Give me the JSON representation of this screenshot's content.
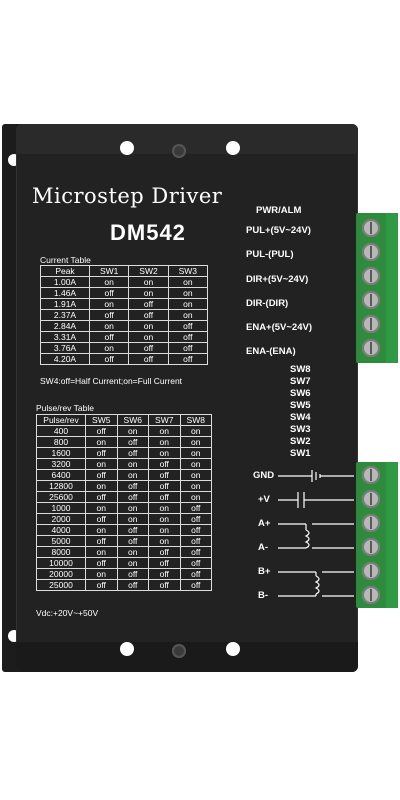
{
  "header": {
    "title": "Microstep Driver",
    "model": "DM542"
  },
  "current_table": {
    "title": "Current Table",
    "columns": [
      "Peak",
      "SW1",
      "SW2",
      "SW3"
    ],
    "rows": [
      [
        "1.00A",
        "on",
        "on",
        "on"
      ],
      [
        "1.46A",
        "off",
        "on",
        "on"
      ],
      [
        "1.91A",
        "on",
        "off",
        "on"
      ],
      [
        "2.37A",
        "off",
        "off",
        "on"
      ],
      [
        "2.84A",
        "on",
        "on",
        "off"
      ],
      [
        "3.31A",
        "off",
        "on",
        "off"
      ],
      [
        "3.76A",
        "on",
        "off",
        "off"
      ],
      [
        "4.20A",
        "off",
        "off",
        "off"
      ]
    ],
    "note": "SW4:off=Half Current;on=Full Current"
  },
  "pulse_table": {
    "title": "Pulse/rev Table",
    "columns": [
      "Pulse/rev",
      "SW5",
      "SW6",
      "SW7",
      "SW8"
    ],
    "rows": [
      [
        "400",
        "off",
        "on",
        "on",
        "on"
      ],
      [
        "800",
        "on",
        "off",
        "on",
        "on"
      ],
      [
        "1600",
        "off",
        "off",
        "on",
        "on"
      ],
      [
        "3200",
        "on",
        "on",
        "off",
        "on"
      ],
      [
        "6400",
        "off",
        "on",
        "off",
        "on"
      ],
      [
        "12800",
        "on",
        "off",
        "off",
        "on"
      ],
      [
        "25600",
        "off",
        "off",
        "off",
        "on"
      ],
      [
        "1000",
        "on",
        "on",
        "on",
        "off"
      ],
      [
        "2000",
        "off",
        "on",
        "on",
        "off"
      ],
      [
        "4000",
        "on",
        "off",
        "on",
        "off"
      ],
      [
        "5000",
        "off",
        "off",
        "on",
        "off"
      ],
      [
        "8000",
        "on",
        "on",
        "off",
        "off"
      ],
      [
        "10000",
        "off",
        "on",
        "off",
        "off"
      ],
      [
        "20000",
        "on",
        "off",
        "off",
        "off"
      ],
      [
        "25000",
        "off",
        "off",
        "off",
        "off"
      ]
    ],
    "note": "Vdc:+20V~+50V"
  },
  "signal_labels": [
    "PWR/ALM",
    "PUL+(5V~24V)",
    "PUL-(PUL)",
    "DIR+(5V~24V)",
    "DIR-(DIR)",
    "ENA+(5V~24V)",
    "ENA-(ENA)"
  ],
  "switch_labels": [
    "SW8",
    "SW7",
    "SW6",
    "SW5",
    "SW4",
    "SW3",
    "SW2",
    "SW1"
  ],
  "power_labels": [
    "GND",
    "+V",
    "A+",
    "A-",
    "B+",
    "B-"
  ],
  "colors": {
    "body": "#222222",
    "terminal": "#2e8b3e",
    "text": "#ffffff"
  }
}
